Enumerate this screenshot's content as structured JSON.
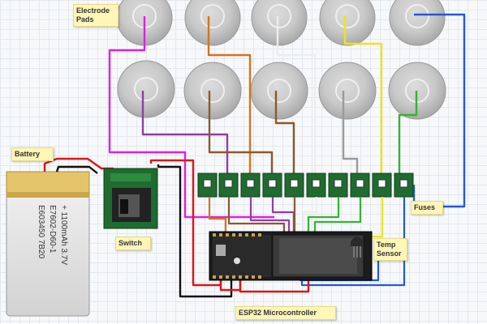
{
  "diagram": {
    "labels": {
      "electrode_pads": "Electrode\nPads",
      "battery": "Battery",
      "switch": "Switch",
      "fuses": "Fuses",
      "temp_sensor": "Temp\nSensor",
      "esp32": "ESP32 Microcontroller"
    },
    "battery_text": [
      "+ 1100mAh 3.7V",
      "E7602-D60-1",
      "E603450 7B20"
    ],
    "colors": {
      "wire_magenta": "#e020e0",
      "wire_orange": "#d8731a",
      "wire_brown": "#8b5a2b",
      "wire_white": "#ededed",
      "wire_yellow": "#f2e21a",
      "wire_blue": "#2459d6",
      "wire_purple": "#8f3fa0",
      "wire_green": "#32b432",
      "wire_red": "#d81818",
      "wire_black": "#111111",
      "board": "#1f6b30",
      "note": "#fff6b8"
    }
  }
}
